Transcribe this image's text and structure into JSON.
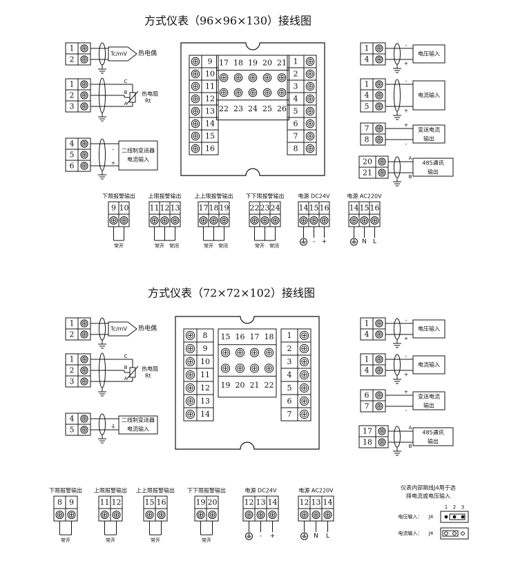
{
  "diagram_96": {
    "title": "方式仪表（96×96×130）接线图",
    "left_groups": [
      {
        "terminals": [
          "1",
          "2"
        ],
        "tag": "Tc/mV",
        "label": "热电偶"
      },
      {
        "terminals": [
          "1",
          "2",
          "3"
        ],
        "wire_labels": [
          "C",
          "B",
          "A"
        ],
        "label": "热电阻",
        "label2": "Rt"
      },
      {
        "terminals": [
          "4",
          "5",
          "6"
        ],
        "label": "二线制变送器",
        "label2": "电流输入",
        "polarity": [
          "-",
          "+"
        ]
      }
    ],
    "panel": {
      "left_column": [
        "9",
        "10",
        "11",
        "12",
        "13",
        "14",
        "15",
        "16"
      ],
      "center_numbers": [
        "17",
        "18",
        "19",
        "20",
        "21",
        "22",
        "23",
        "24",
        "25",
        "26"
      ],
      "right_column": [
        "1",
        "2",
        "3",
        "4",
        "5",
        "6",
        "7",
        "8"
      ]
    },
    "right_groups": [
      {
        "terminals": [
          "1",
          "4"
        ],
        "label": "电压输入",
        "polarity": [
          "-",
          "+"
        ]
      },
      {
        "terminals": [
          "1",
          "4",
          "5"
        ],
        "label": "电流输入",
        "polarity": [
          "-",
          "+"
        ]
      },
      {
        "terminals": [
          "7",
          "8"
        ],
        "label": "变送电流",
        "label2": "输出",
        "polarity": [
          "+",
          "-"
        ]
      },
      {
        "terminals": [
          "20",
          "21"
        ],
        "label": "485通讯",
        "label2": "输出",
        "wire_labels": [
          "A",
          "B"
        ]
      }
    ],
    "bottom_groups": [
      {
        "title": "下限报警输出",
        "terminals": [
          "9",
          "10"
        ],
        "labels": [
          "常开"
        ]
      },
      {
        "title": "上限报警输出",
        "terminals": [
          "11",
          "12",
          "13"
        ],
        "labels": [
          "常开",
          "常闭"
        ]
      },
      {
        "title": "上上限报警输出",
        "terminals": [
          "17",
          "18",
          "19"
        ],
        "labels": [
          "常开",
          "常闭"
        ]
      },
      {
        "title": "下下限报警输出",
        "terminals": [
          "22",
          "23",
          "24"
        ],
        "labels": [
          "常开",
          "常闭"
        ]
      },
      {
        "title": "电源    DC24V",
        "terminals": [
          "14",
          "15",
          "16"
        ],
        "labels": [
          "-",
          "+"
        ]
      },
      {
        "title": "电源    AC220V",
        "terminals": [
          "14",
          "15",
          "16"
        ],
        "labels": [
          "N",
          "L"
        ]
      }
    ]
  },
  "diagram_72": {
    "title": "方式仪表（72×72×102）接线图",
    "left_groups": [
      {
        "terminals": [
          "1",
          "2"
        ],
        "tag": "Tc/mV",
        "label": "热电偶"
      },
      {
        "terminals": [
          "1",
          "2",
          "3"
        ],
        "wire_labels": [
          "C",
          "B",
          "A"
        ],
        "label": "热电阻",
        "label2": "Rt"
      },
      {
        "terminals": [
          "4",
          "5"
        ],
        "label": "二线制变送器",
        "label2": "电流输入",
        "polarity": [
          "-",
          "+"
        ]
      }
    ],
    "panel": {
      "left_column": [
        "8",
        "9",
        "10",
        "11",
        "12",
        "13",
        "14"
      ],
      "center_numbers": [
        "15",
        "16",
        "17",
        "18",
        "19",
        "20",
        "21",
        "22"
      ],
      "right_column": [
        "1",
        "2",
        "3",
        "4",
        "5",
        "6",
        "7"
      ]
    },
    "right_groups": [
      {
        "terminals": [
          "1",
          "4"
        ],
        "label": "电压输入",
        "polarity": [
          "-",
          "+"
        ]
      },
      {
        "terminals": [
          "1",
          "4"
        ],
        "label": "电流输入",
        "polarity": [
          "-",
          "+"
        ]
      },
      {
        "terminals": [
          "6",
          "7"
        ],
        "label": "变送电流",
        "label2": "输出",
        "polarity": [
          "+",
          "-"
        ]
      },
      {
        "terminals": [
          "17",
          "18"
        ],
        "label": "485通讯",
        "label2": "输出",
        "wire_labels": [
          "A",
          "B"
        ]
      }
    ],
    "bottom_groups": [
      {
        "title": "下限报警输出",
        "terminals": [
          "8",
          "9"
        ],
        "labels": [
          "常开"
        ]
      },
      {
        "title": "上限报警输出",
        "terminals": [
          "11",
          "12"
        ],
        "labels": [
          "常开"
        ]
      },
      {
        "title": "上上限报警输出",
        "terminals": [
          "15",
          "16"
        ],
        "labels": [
          "常开"
        ]
      },
      {
        "title": "下下限报警输出",
        "terminals": [
          "19",
          "20"
        ],
        "labels": [
          "常开"
        ]
      },
      {
        "title": "电源    DC24V",
        "terminals": [
          "12",
          "13",
          "14"
        ],
        "labels": [
          "-",
          "+"
        ]
      },
      {
        "title": "电源    AC220V",
        "terminals": [
          "12",
          "13",
          "14"
        ],
        "labels": [
          "N",
          "L"
        ]
      }
    ],
    "jumper_note": {
      "line1": "仪表内部跳线J4用于选",
      "line2": "择电流或电压输入",
      "voltage_label": "电压输入：",
      "current_label": "电流输入：",
      "jumper_name": "J4",
      "pin_labels": [
        "1",
        "2",
        "3"
      ]
    }
  }
}
